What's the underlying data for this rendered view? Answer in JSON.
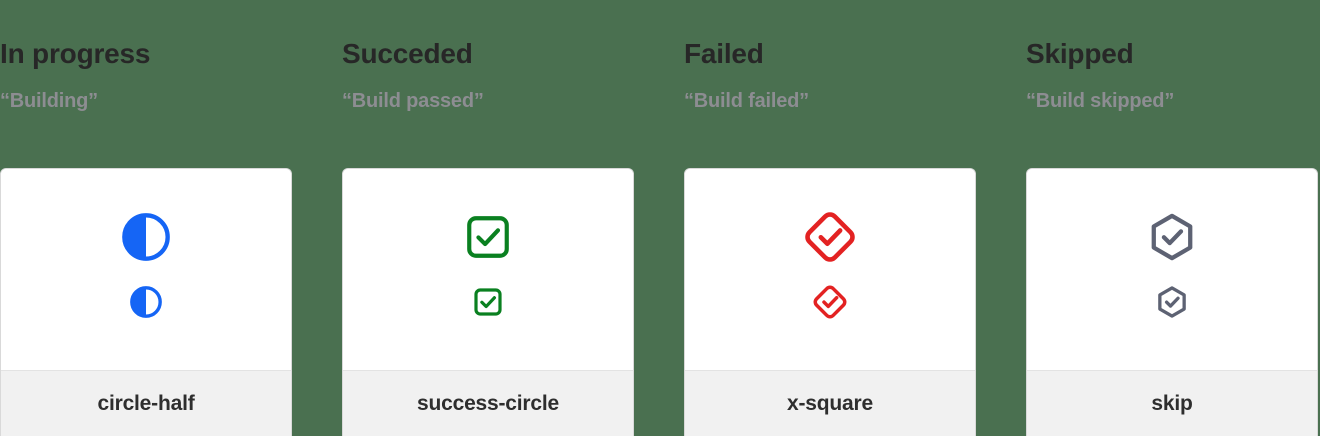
{
  "page": {
    "background_color": "#4a7050",
    "card_background": "#ffffff",
    "card_footer_background": "#f1f1f1",
    "card_border_color": "#d9d9d9",
    "heading_color": "#272727",
    "subheading_color": "#8d8d92",
    "footer_label_color": "#2e2e2e"
  },
  "columns": [
    {
      "heading": "In progress",
      "subheading": "“Building”",
      "icon_name": "circle-half-icon",
      "icon_label": "circle-half",
      "icon_color": "#1565f5",
      "sizes": [
        "large",
        "small"
      ]
    },
    {
      "heading": "Succeded",
      "subheading": "“Build passed”",
      "icon_name": "success-circle-icon",
      "icon_label": "success-circle",
      "icon_color": "#0a8020",
      "sizes": [
        "large",
        "small"
      ]
    },
    {
      "heading": "Failed",
      "subheading": "“Build failed”",
      "icon_name": "x-square-icon",
      "icon_label": "x-square",
      "icon_color": "#e32222",
      "sizes": [
        "large",
        "small"
      ]
    },
    {
      "heading": "Skipped",
      "subheading": "“Build skipped”",
      "icon_name": "skip-icon",
      "icon_label": "skip",
      "icon_color": "#5d6273",
      "sizes": [
        "large",
        "small"
      ]
    }
  ]
}
